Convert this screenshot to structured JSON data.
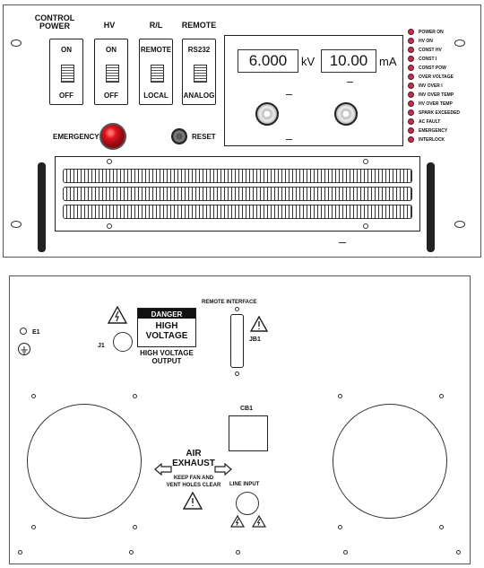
{
  "front": {
    "switches": [
      {
        "heading": "CONTROL\nPOWER",
        "top": "ON",
        "bottom": "OFF"
      },
      {
        "heading": "HV",
        "top": "ON",
        "bottom": "OFF"
      },
      {
        "heading": "R/L",
        "top": "REMOTE",
        "bottom": "LOCAL"
      },
      {
        "heading": "REMOTE",
        "top": "RS232",
        "bottom": "ANALOG"
      }
    ],
    "emergency_label": "EMERGENCY",
    "reset_label": "RESET",
    "voltage_value": "6.000",
    "voltage_unit": "kV",
    "current_value": "10.00",
    "current_unit": "mA",
    "indicators": [
      "POWER ON",
      "HV ON",
      "CONST HV",
      "CONST I",
      "CONST POW",
      "OVER VOLTAGE",
      "INV OVER I",
      "INV OVER TEMP",
      "HV OVER TEMP",
      "SPARK EXCEEDED",
      "AC FAULT",
      "EMERGENCY",
      "INTERLOCK"
    ],
    "led_color": "#c2334a",
    "button_color": "#e0141e"
  },
  "rear": {
    "ground_label": "E1",
    "j1_label": "J1",
    "danger_label": "DANGER",
    "hv_sign": "HIGH\nVOLTAGE",
    "hv_output_label": "HIGH VOLTAGE\nOUTPUT",
    "remote_interface_label": "REMOTE INTERFACE",
    "jb1_label": "JB1",
    "cb1_label": "CB1",
    "air_label": "AIR\nEXHAUST",
    "keep_clear_label": "KEEP FAN AND\nVENT HOLES CLEAR",
    "line_input_label": "LINE INPUT"
  }
}
